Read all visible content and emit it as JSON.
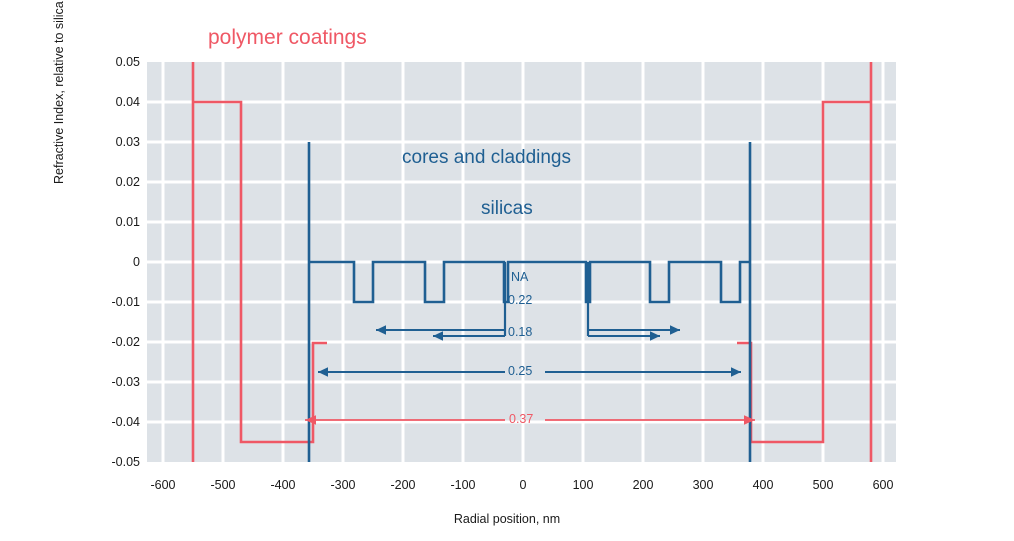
{
  "chart_data": {
    "type": "line",
    "title": "",
    "xlabel": "Radial position, nm",
    "ylabel": "Refractive Index, relative to silica",
    "xlim": [
      -650,
      650
    ],
    "ylim": [
      -0.05,
      0.05
    ],
    "xticks": [
      -600,
      -500,
      -400,
      -300,
      -200,
      -100,
      0,
      100,
      200,
      300,
      400,
      500,
      600
    ],
    "yticks": [
      "0.05",
      "0.04",
      "0.03",
      "0.02",
      "0.01",
      "0",
      "-0.01",
      "-0.02",
      "-0.03",
      "-0.04",
      "-0.05"
    ],
    "grid": true,
    "legend": "none",
    "plot_bg": "#dde2e7",
    "grid_color": "#ffffff",
    "series": [
      {
        "name": "polymer coatings",
        "color": "#ef5865",
        "label_text": "polymer coatings",
        "description": "Outer polymer coating index profile: flat at 0.04 from -550 to -455 nm, drops to -0.045 from -455 to -350 nm, rises across core region, mirrored on the right side.",
        "points": [
          [
            -550,
            0.05
          ],
          [
            -550,
            0.04
          ],
          [
            -455,
            0.04
          ],
          [
            -455,
            -0.045
          ],
          [
            -350,
            -0.045
          ],
          [
            -350,
            -0.0205
          ],
          [
            -347,
            -0.0205
          ],
          [
            347,
            -0.0205
          ],
          [
            350,
            -0.0205
          ],
          [
            350,
            -0.045
          ],
          [
            455,
            -0.045
          ],
          [
            455,
            0.04
          ],
          [
            550,
            0.04
          ],
          [
            550,
            0.05
          ]
        ]
      },
      {
        "name": "cores and claddings silicas",
        "color": "#1f5f92",
        "label_text": "cores and claddings",
        "label_text_2": "silicas",
        "description": "Silica core/cladding step-index profile. Baseline 0 across the bundle from -350 to +362 nm with six down-steps to -0.01 marking individual core/cladding boundaries, plus deep vertical markers at -350, -65, +55 and +362 nm reaching 0.03 / -0.05.",
        "baseline": 0,
        "trench_depth": -0.01,
        "trench_intervals": [
          [
            -261,
            -226
          ],
          [
            -160,
            -128
          ],
          [
            128,
            160
          ],
          [
            226,
            261
          ]
        ],
        "vertical_markers": [
          {
            "x": -350,
            "from": 0.03,
            "to": -0.05
          },
          {
            "x": -65,
            "from": 0.0,
            "to": -0.0185
          },
          {
            "x": 55,
            "from": 0.0,
            "to": -0.0185
          },
          {
            "x": 362,
            "from": 0.03,
            "to": -0.05
          }
        ]
      }
    ],
    "annotations": [
      {
        "name": "polymer-coatings-label",
        "text": "polymer coatings",
        "color": "#ef5865"
      },
      {
        "name": "cores-claddings-label",
        "text": "cores and claddings",
        "color": "#1f5f92"
      },
      {
        "name": "silicas-label",
        "text": "silicas",
        "color": "#1f5f92"
      },
      {
        "name": "na-label",
        "text": "NA",
        "color": "#1f5f92"
      },
      {
        "name": "na-022",
        "text": "0.22",
        "color": "#1f5f92",
        "measure": "innermost core numerical aperture"
      },
      {
        "name": "na-018",
        "text": "0.18",
        "color": "#1f5f92",
        "span_nm": [
          -280,
          280
        ],
        "y": -0.0205
      },
      {
        "name": "na-025",
        "text": "0.25",
        "color": "#1f5f92",
        "span_nm": [
          -345,
          345
        ],
        "y": -0.0275
      },
      {
        "name": "na-037",
        "text": "0.37",
        "color": "#ef5865",
        "span_nm": [
          -350,
          362
        ],
        "y": -0.0405
      }
    ]
  },
  "axis": {
    "ylabel": "Refractive Index, relative to silica",
    "xlabel": "Radial position, nm",
    "yticks": [
      "0.05",
      "0.04",
      "0.03",
      "0.02",
      "0.01",
      "0",
      "-0.01",
      "-0.02",
      "-0.03",
      "-0.04",
      "-0.05"
    ],
    "xticks": [
      "-600",
      "-500",
      "-400",
      "-300",
      "-200",
      "-100",
      "0",
      "100",
      "200",
      "300",
      "400",
      "500",
      "600"
    ]
  },
  "labels": {
    "polymer_coatings": "polymer coatings",
    "cores_and_claddings": "cores and claddings",
    "silicas": "silicas",
    "na": "NA",
    "na_022": "0.22",
    "na_018": "0.18",
    "na_025": "0.25",
    "na_037": "0.37"
  },
  "colors": {
    "red": "#ef5865",
    "blue": "#1f5f92",
    "plot_bg": "#dde2e7",
    "grid": "#ffffff",
    "text": "#1a1a1a"
  }
}
